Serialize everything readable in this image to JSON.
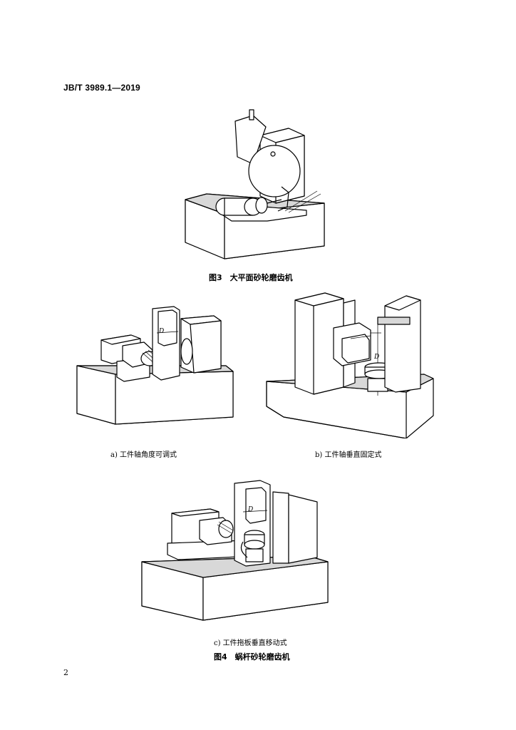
{
  "header": {
    "standard_code": "JB/T 3989.1—2019"
  },
  "figure3": {
    "caption": "图3 大平面砂轮磨齿机"
  },
  "figure4": {
    "a": {
      "caption": "a) 工件轴角度可调式",
      "dim_label": "D"
    },
    "b": {
      "caption": "b) 工件轴垂直固定式",
      "dim_label": "D"
    },
    "c": {
      "caption": "c) 工件拖板垂直移动式",
      "dim_label": "D"
    },
    "caption": "图4 蜗杆砂轮磨齿机"
  },
  "footer": {
    "page_number": "2"
  }
}
